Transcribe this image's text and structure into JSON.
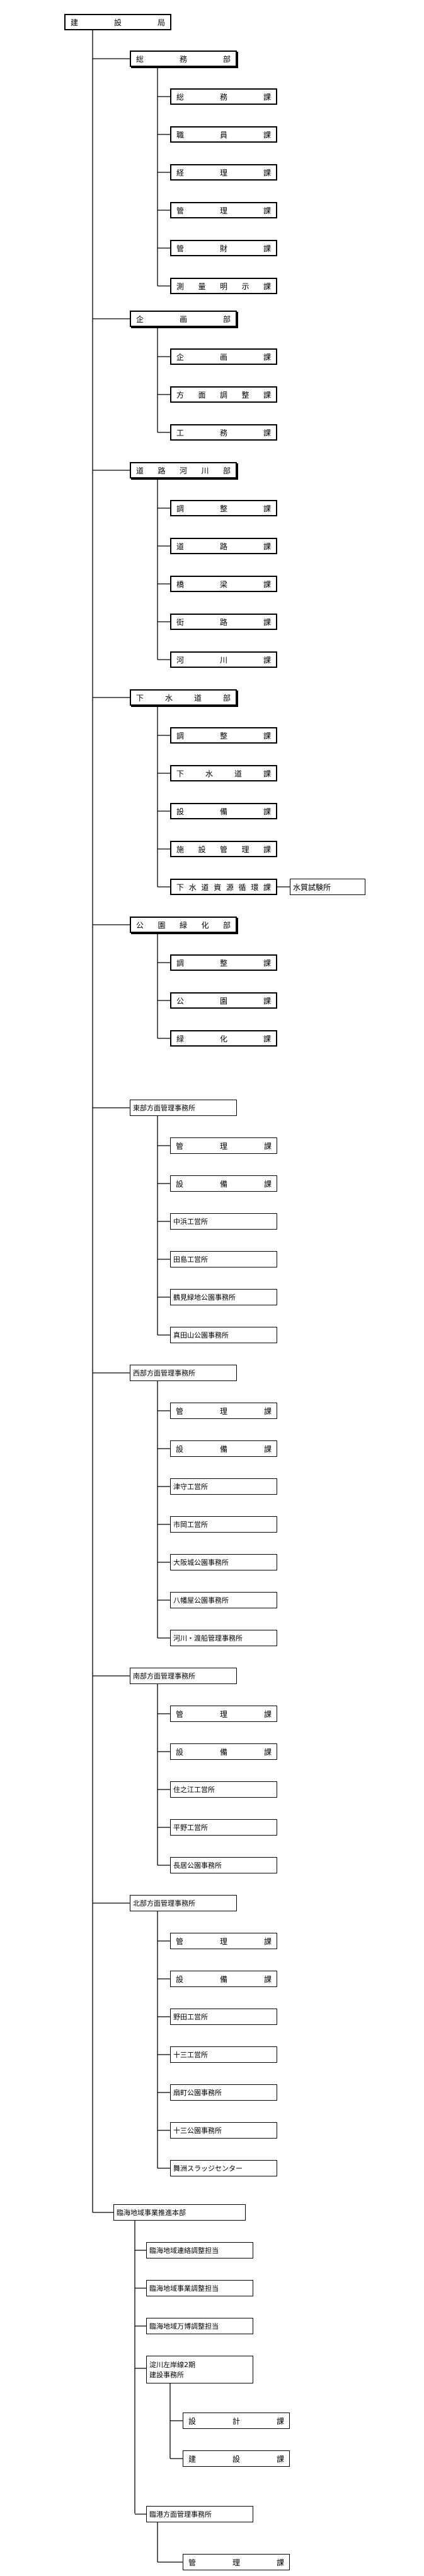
{
  "root": "建設局",
  "departments": [
    {
      "name": "総務部",
      "sections": [
        "総務課",
        "職員課",
        "経理課",
        "管理課",
        "管財課",
        "測量明示課"
      ]
    },
    {
      "name": "企画部",
      "sections": [
        "企画課",
        "方面調整課",
        "工務課"
      ]
    },
    {
      "name": "道路河川部",
      "sections": [
        "調整課",
        "道路課",
        "橋梁課",
        "街路課",
        "河川課"
      ]
    },
    {
      "name": "下水道部",
      "sections": [
        "調整課",
        "下水道課",
        "設備課",
        "施設管理課",
        "下水道資源循環課"
      ],
      "attached": "水質試験所"
    },
    {
      "name": "公園緑化部",
      "sections": [
        "調整課",
        "公園課",
        "緑化課"
      ]
    }
  ],
  "offices": [
    {
      "name": "東部方面管理事務所",
      "units": [
        "管理課",
        "設備課",
        "中浜工営所",
        "田島工営所",
        "鶴見緑地公園事務所",
        "真田山公園事務所"
      ]
    },
    {
      "name": "西部方面管理事務所",
      "units": [
        "管理課",
        "設備課",
        "津守工営所",
        "市岡工営所",
        "大阪城公園事務所",
        "八幡屋公園事務所",
        "河川・渡船管理事務所"
      ]
    },
    {
      "name": "南部方面管理事務所",
      "units": [
        "管理課",
        "設備課",
        "住之江工営所",
        "平野工営所",
        "長居公園事務所"
      ]
    },
    {
      "name": "北部方面管理事務所",
      "units": [
        "管理課",
        "設備課",
        "野田工営所",
        "十三工営所",
        "扇町公園事務所",
        "十三公園事務所",
        "舞洲スラッジセンター"
      ]
    }
  ],
  "coastal": {
    "name": "臨海地域事業推進本部",
    "roles": [
      "臨海地域連絡調整担当",
      "臨海地域事業調整担当",
      "臨海地域万博調整担当"
    ],
    "project_office": {
      "lines": [
        "淀川左岸線2期",
        "建設事務所"
      ],
      "sections": [
        "設計課",
        "建設課"
      ]
    },
    "harbor_office": {
      "name": "臨港方面管理事務所",
      "sections": [
        "管理課"
      ]
    }
  }
}
